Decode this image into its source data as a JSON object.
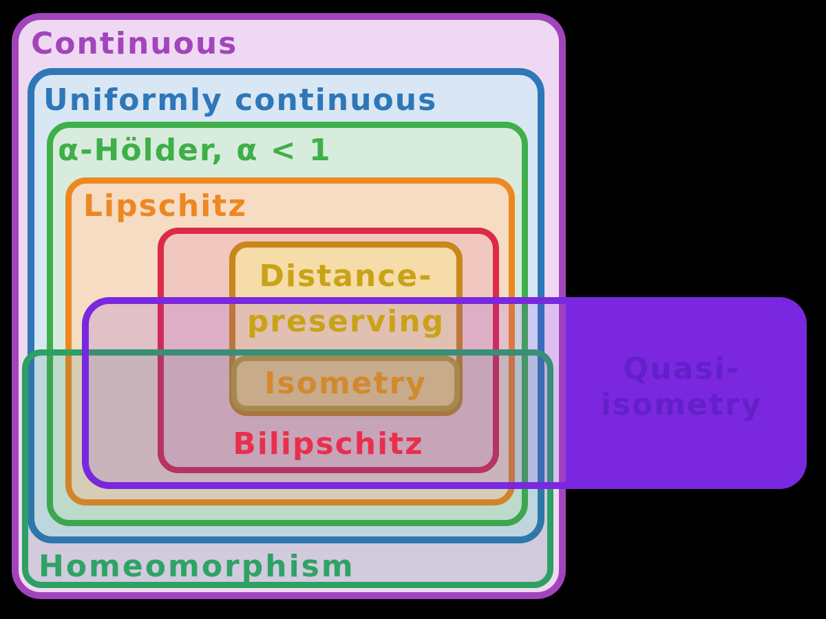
{
  "diagram": {
    "background_color": "#000000",
    "description_labels_only": true
  },
  "boxes": {
    "continuous": {
      "label": "Continuous",
      "border_color": "#A245BC",
      "fill_color": "#EFD9F2"
    },
    "uniformly_continuous": {
      "label": "Uniformly continuous",
      "border_color": "#2E77B8",
      "fill_color": "#D9E7F4"
    },
    "holder": {
      "label": "α-Hölder, α < 1",
      "border_color": "#3FAF49",
      "fill_color": "#D8ECDD"
    },
    "lipschitz": {
      "label": "Lipschitz",
      "border_color": "#EE8722",
      "fill_color": "#F5DCC3"
    },
    "bilipschitz": {
      "label": "Bilipschitz",
      "border_color": "#DC2A47",
      "fill_color": "#F0C8BF"
    },
    "distance_preserving": {
      "label_line1": "Distance-",
      "label_line2": "preserving",
      "border_color": "#C8861C",
      "fill_color": "#F5DCA8"
    },
    "isometry": {
      "label": "Isometry",
      "border_color": "#C2A02C",
      "fill_color": "#F2D07E"
    },
    "homeomorphism": {
      "label": "Homeomorphism",
      "border_color": "#2DA064",
      "fill_color": "rgba(45,120,100,0.15)"
    },
    "quasi_isometry": {
      "label_line1": "Quasi-",
      "label_line2": "isometry",
      "border_color": "#7A28DF",
      "fill_color": "#7A26E0",
      "text_color": "#6320C8"
    }
  }
}
